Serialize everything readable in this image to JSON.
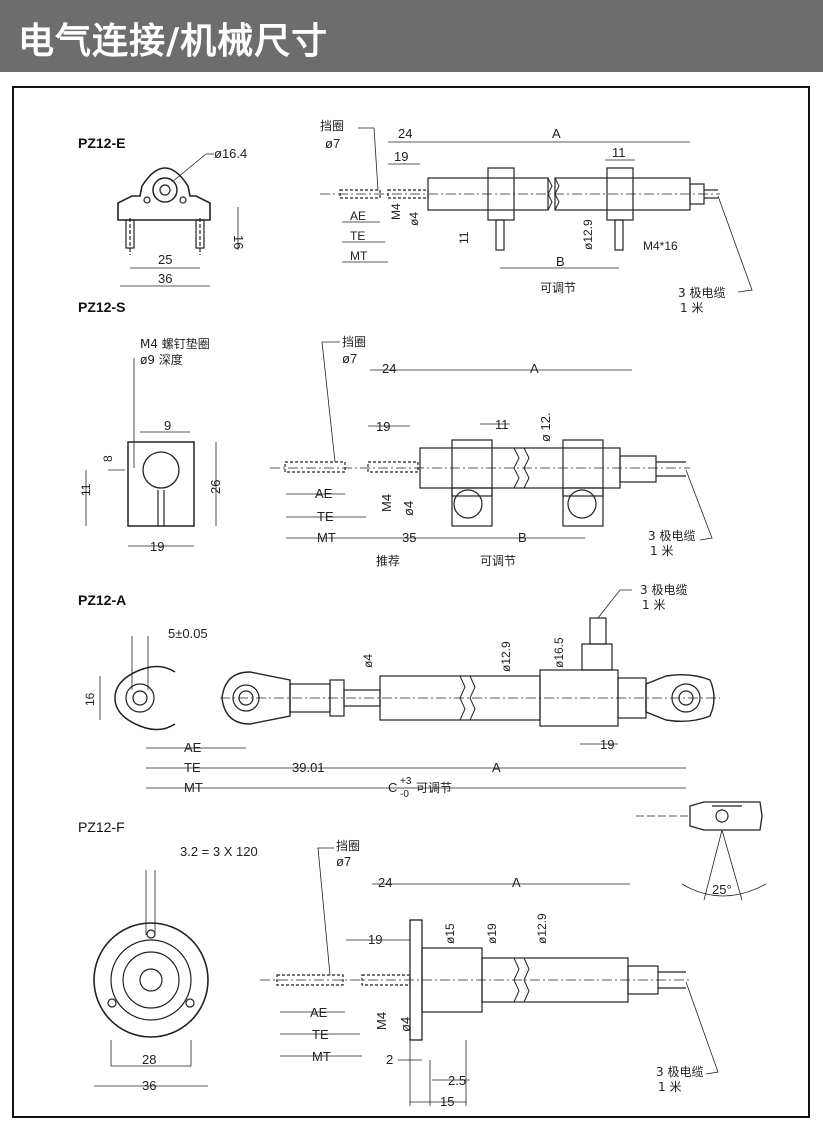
{
  "header": {
    "title": "电气连接/机械尺寸"
  },
  "pz12e": {
    "name": "PZ12-E",
    "phi164": "ø16.4",
    "w25": "25",
    "w36": "36",
    "h16": "16",
    "retainer": "挡圈",
    "retainer_d": "ø7",
    "d24": "24",
    "dA": "A",
    "d19": "19",
    "d11top": "11",
    "ae": "AE",
    "te": "TE",
    "mt": "MT",
    "m4": "M4",
    "phi4": "ø4",
    "d11": "11",
    "phi129": "ø12.9",
    "m4x16": "M4*16",
    "dB": "B",
    "adjustable": "可调节",
    "cable": "3 极电缆",
    "cable_len": "1 米"
  },
  "pz12s": {
    "name": "PZ12-S",
    "screw": "M4 螺钉垫圈",
    "screw_depth": "ø9 深度",
    "d9": "9",
    "d8": "8",
    "d11": "11",
    "d26": "26",
    "d19": "19",
    "retainer": "挡圈",
    "retainer_d": "ø7",
    "d24": "24",
    "dA": "A",
    "d19b": "19",
    "d11b": "11",
    "phi12": "ø 12.",
    "ae": "AE",
    "te": "TE",
    "mt": "MT",
    "m4": "M4",
    "phi4": "ø4",
    "d35": "35",
    "dB": "B",
    "recommended": "推荐",
    "adjustable": "可调节",
    "cable": "3 极电缆",
    "cable_len": "1 米"
  },
  "pz12a": {
    "name": "PZ12-A",
    "tol": "5±0.05",
    "h16": "16",
    "phi4": "ø4",
    "phi129": "ø12.9",
    "phi165": "ø16.5",
    "cable": "3 极电缆",
    "cable_len": "1 米",
    "ae": "AE",
    "te": "TE",
    "mt": "MT",
    "d3901": "39.01",
    "dA": "A",
    "d19": "19",
    "c": "C",
    "c_plus": "+3",
    "c_minus": "-0",
    "adjustable": "可调节",
    "angle": "25°"
  },
  "pz12f": {
    "name": "PZ12-F",
    "holes": "3.2 = 3 X 120",
    "d28": "28",
    "d36": "36",
    "retainer": "挡圈",
    "retainer_d": "ø7",
    "d24": "24",
    "dA": "A",
    "d19": "19",
    "phi15": "ø15",
    "phi19": "ø19",
    "phi129": "ø12.9",
    "ae": "AE",
    "te": "TE",
    "mt": "MT",
    "m4": "M4",
    "phi4": "ø4",
    "d2": "2",
    "d25": "2.5",
    "d15": "15",
    "cable": "3 极电缆",
    "cable_len": "1 米"
  }
}
